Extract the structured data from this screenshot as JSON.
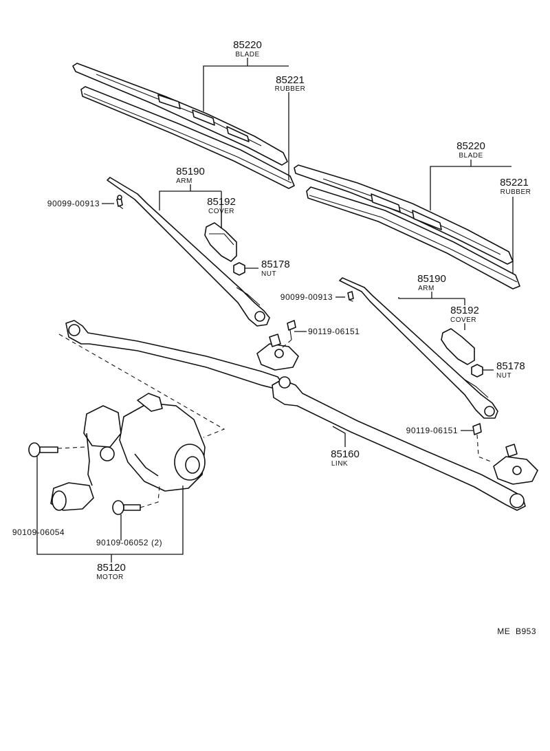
{
  "callouts": {
    "blade_left": {
      "number": "85220",
      "name": "BLADE"
    },
    "rubber_left": {
      "number": "85221",
      "name": "RUBBER"
    },
    "blade_right": {
      "number": "85220",
      "name": "BLADE"
    },
    "rubber_right": {
      "number": "85221",
      "name": "RUBBER"
    },
    "arm_left": {
      "number": "85190",
      "name": "ARM"
    },
    "cover_left": {
      "number": "85192",
      "name": "COVER"
    },
    "nut_left": {
      "number": "85178",
      "name": "NUT"
    },
    "screw_left": {
      "number": "90099-00913"
    },
    "bolt_pivot_left": {
      "number": "90119-06151"
    },
    "arm_right": {
      "number": "85190",
      "name": "ARM"
    },
    "cover_right": {
      "number": "85192",
      "name": "COVER"
    },
    "nut_right": {
      "number": "85178",
      "name": "NUT"
    },
    "screw_right": {
      "number": "90099-00913"
    },
    "bolt_pivot_right": {
      "number": "90119-06151"
    },
    "link": {
      "number": "85160",
      "name": "LINK"
    },
    "bolt_motor_left": {
      "number": "90109-06054"
    },
    "bolt_motor_right": {
      "number": "90109-06052 (2)"
    },
    "motor": {
      "number": "85120",
      "name": "MOTOR"
    }
  },
  "reference_code": "ME  B953"
}
